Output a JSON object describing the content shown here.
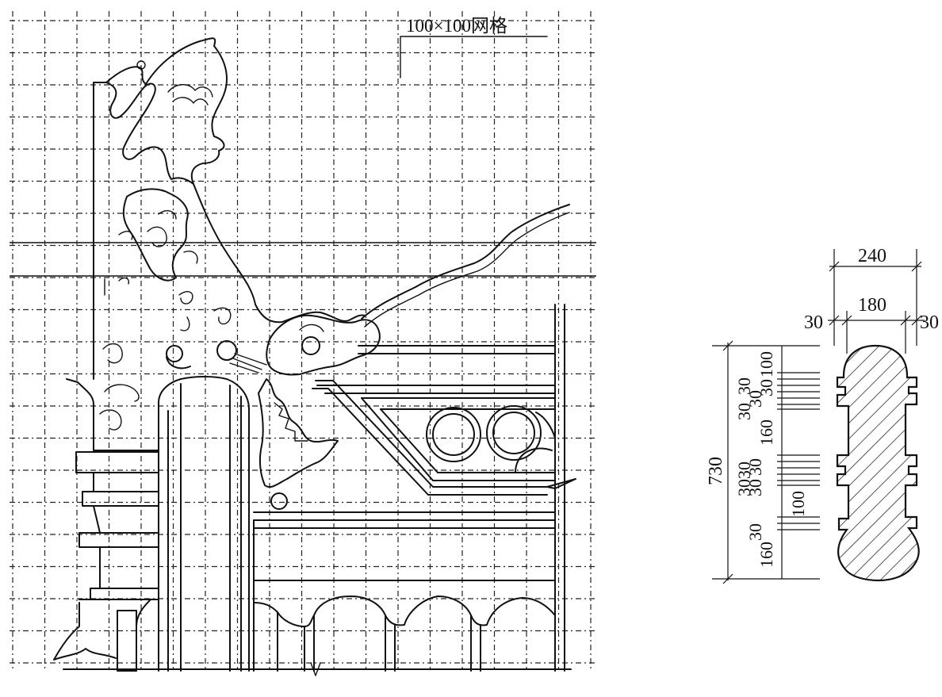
{
  "grid_note": "100×100网格",
  "section": {
    "width_overall": "240",
    "width_inner": "180",
    "offset_left": "30",
    "offset_right": "30",
    "height_total": "730",
    "segments_top": [
      "100",
      "30",
      "30",
      "30",
      "30",
      "160"
    ],
    "segments_mid": [
      "30",
      "30",
      "30",
      "30"
    ],
    "segment_100": "100",
    "segments_bottom": [
      "30",
      "160"
    ]
  }
}
